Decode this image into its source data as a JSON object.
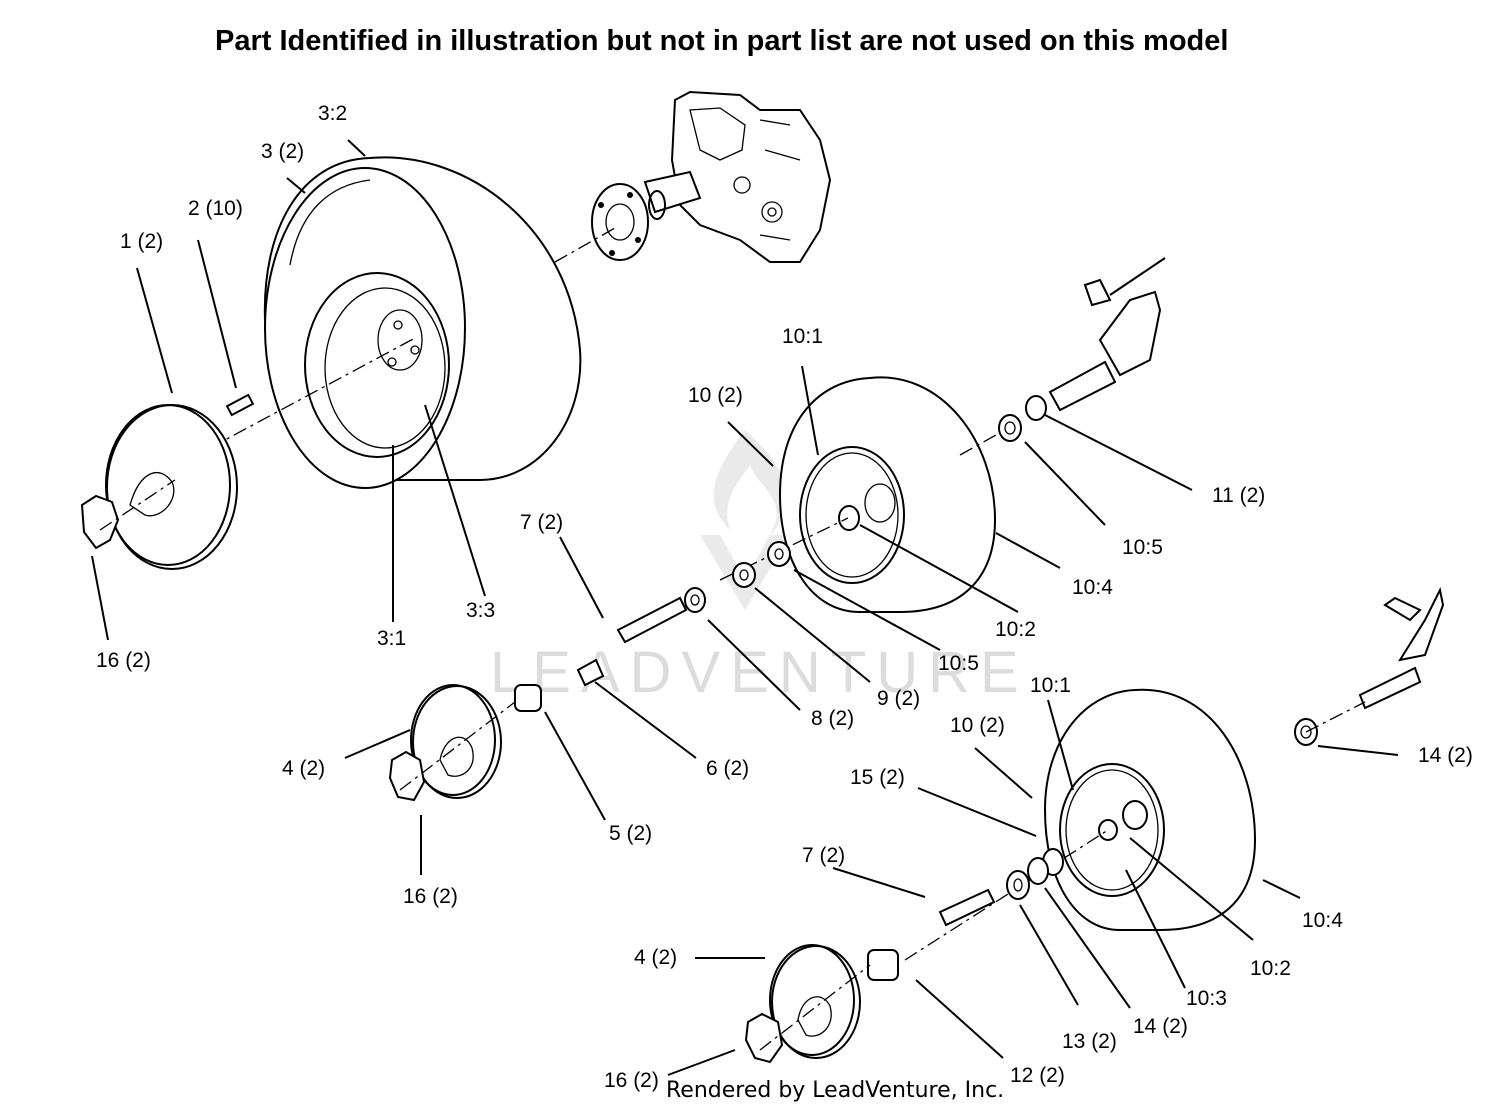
{
  "header": {
    "text": "Part Identified in illustration but not in part list are not used on this model"
  },
  "watermark": {
    "text": "LEADVENTURE"
  },
  "footer": {
    "credit": "Rendered by LeadVenture, Inc."
  },
  "callouts": [
    {
      "id": "c-3-2",
      "text": "3:2"
    },
    {
      "id": "c-3",
      "text": "3 (2)"
    },
    {
      "id": "c-2",
      "text": "2 (10)"
    },
    {
      "id": "c-1",
      "text": "1 (2)"
    },
    {
      "id": "c-16-a",
      "text": "16 (2)"
    },
    {
      "id": "c-3-1",
      "text": "3:1"
    },
    {
      "id": "c-3-3",
      "text": "3:3"
    },
    {
      "id": "c-10-1-a",
      "text": "10:1"
    },
    {
      "id": "c-10-a",
      "text": "10 (2)"
    },
    {
      "id": "c-11",
      "text": "11 (2)"
    },
    {
      "id": "c-10-5-a",
      "text": "10:5"
    },
    {
      "id": "c-10-4-a",
      "text": "10:4"
    },
    {
      "id": "c-10-2-a",
      "text": "10:2"
    },
    {
      "id": "c-10-5-b",
      "text": "10:5"
    },
    {
      "id": "c-7-a",
      "text": "7 (2)"
    },
    {
      "id": "c-9",
      "text": "9 (2)"
    },
    {
      "id": "c-8",
      "text": "8 (2)"
    },
    {
      "id": "c-6",
      "text": "6 (2)"
    },
    {
      "id": "c-5",
      "text": "5 (2)"
    },
    {
      "id": "c-4-a",
      "text": "4 (2)"
    },
    {
      "id": "c-16-b",
      "text": "16 (2)"
    },
    {
      "id": "c-10-1-b",
      "text": "10:1"
    },
    {
      "id": "c-10-b",
      "text": "10 (2)"
    },
    {
      "id": "c-15",
      "text": "15 (2)"
    },
    {
      "id": "c-14-a",
      "text": "14 (2)"
    },
    {
      "id": "c-10-4-b",
      "text": "10:4"
    },
    {
      "id": "c-7-b",
      "text": "7 (2)"
    },
    {
      "id": "c-10-2-b",
      "text": "10:2"
    },
    {
      "id": "c-10-3",
      "text": "10:3"
    },
    {
      "id": "c-14-b",
      "text": "14 (2)"
    },
    {
      "id": "c-13",
      "text": "13 (2)"
    },
    {
      "id": "c-4-b",
      "text": "4 (2)"
    },
    {
      "id": "c-12",
      "text": "12 (2)"
    },
    {
      "id": "c-16-c",
      "text": "16 (2)"
    }
  ]
}
